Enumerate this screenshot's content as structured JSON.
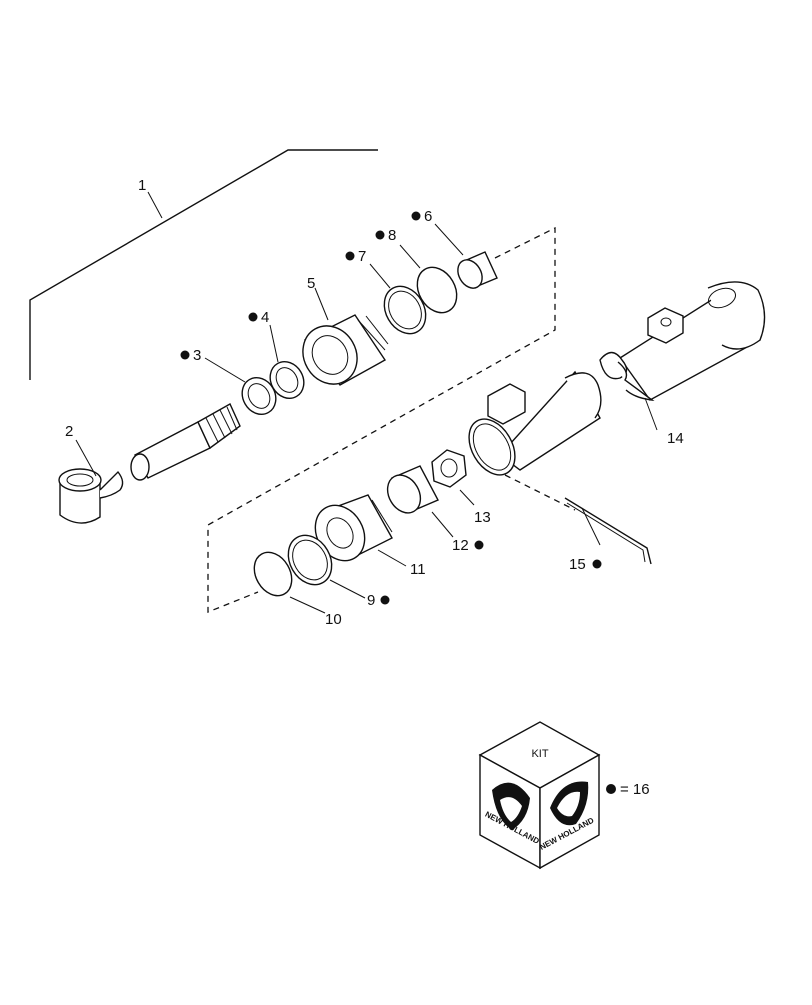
{
  "labels": {
    "l1": "1",
    "l2": "2",
    "l3": "3",
    "l4": "4",
    "l5": "5",
    "l6": "6",
    "l7": "7",
    "l8": "8",
    "l9": "9",
    "l10": "10",
    "l11": "11",
    "l12": "12",
    "l13": "13",
    "l14": "14",
    "l15": "15"
  },
  "kit": {
    "title": "KIT",
    "brand": "NEW HOLLAND",
    "legend": "= 16"
  },
  "colors": {
    "ink": "#111111",
    "paper": "#ffffff"
  }
}
